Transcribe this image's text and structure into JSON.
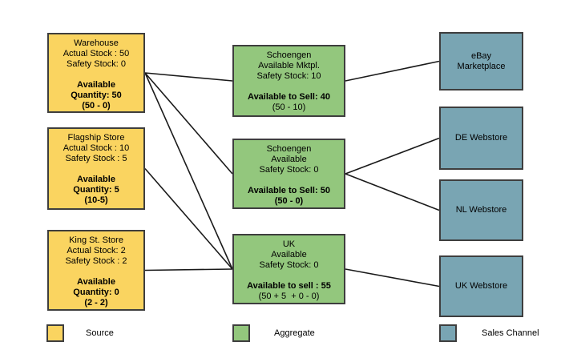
{
  "colors": {
    "source_fill": "#FAD460",
    "aggregate_fill": "#93C77D",
    "channel_fill": "#79A5B3",
    "node_border": "#3E3E3E",
    "connector_line": "#1A1A1A"
  },
  "sources": [
    {
      "title": "Warehouse",
      "actual": "Actual Stock : 50",
      "safety": "Safety Stock: 0",
      "avail1": "Available",
      "avail2": "Quantity: 50",
      "calc": "(50 - 0)"
    },
    {
      "title": "Flagship Store",
      "actual": "Actual Stock : 10",
      "safety": "Safety Stock : 5",
      "avail1": "Available",
      "avail2": "Quantity: 5",
      "calc": "(10-5)"
    },
    {
      "title": "King St. Store",
      "actual": "Actual Stock: 2",
      "safety": "Safety Stock : 2",
      "avail1": "Available",
      "avail2": "Quantity: 0",
      "calc": "(2 - 2)"
    }
  ],
  "aggregates": [
    {
      "name": "Schoengen",
      "sub": "Available Mktpl.",
      "safety": "Safety Stock: 10",
      "avail": "Available to Sell: 40",
      "calc": "(50 - 10)",
      "calc_bold": false
    },
    {
      "name": "Schoengen",
      "sub": "Available",
      "safety": "Safety Stock: 0",
      "avail": "Available to Sell: 50",
      "calc": "(50 - 0)",
      "calc_bold": true
    },
    {
      "name": "UK",
      "sub": "Available",
      "safety": "Safety Stock: 0",
      "avail": "Available to sell : 55",
      "calc": "(50 + 5  + 0 - 0)",
      "calc_bold": false
    }
  ],
  "channels": [
    {
      "label": "eBay\nMarketplace"
    },
    {
      "label": "DE Webstore"
    },
    {
      "label": "NL Webstore"
    },
    {
      "label": "UK Webstore"
    }
  ],
  "edges": [
    {
      "from": "src-warehouse",
      "to": "agg-mktpl"
    },
    {
      "from": "src-warehouse",
      "to": "agg-avail"
    },
    {
      "from": "src-warehouse",
      "to": "agg-uk"
    },
    {
      "from": "src-flagship",
      "to": "agg-uk"
    },
    {
      "from": "src-king",
      "to": "agg-uk"
    },
    {
      "from": "agg-mktpl",
      "to": "chan-ebay"
    },
    {
      "from": "agg-avail",
      "to": "chan-de"
    },
    {
      "from": "agg-avail",
      "to": "chan-nl"
    },
    {
      "from": "agg-uk",
      "to": "chan-uk"
    }
  ],
  "legend": {
    "source": "Source",
    "aggregate": "Aggregate",
    "channel": "Sales Channel"
  }
}
